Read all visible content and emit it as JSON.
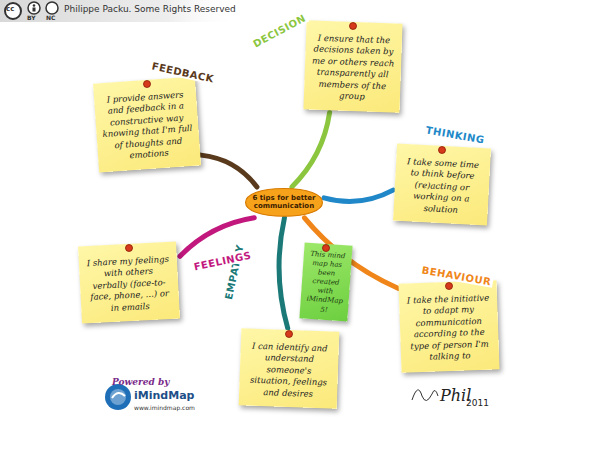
{
  "diagram": {
    "nodes": [
      {
        "text": [
          "6 tips for better communication"
        ]
      },
      {
        "text": [
          "I provide answers and feedback in a constructive way knowing that I'm full of thoughts and emotions"
        ]
      },
      {
        "text": [
          "I ensure that the decisions taken by me or others reach transparently all members of the group"
        ]
      },
      {
        "text": [
          "I take some time to think before (re)acting or working on a solution"
        ]
      },
      {
        "text": [
          "I take the initiative to adapt my communication according to the type of person I'm talking to"
        ]
      },
      {
        "text": [
          "I can identify and understand someone's situation, feelings and desires"
        ]
      },
      {
        "text": [
          "I share my feelings with others verbally (face-to-face, phone, ...) or in emails"
        ]
      },
      {
        "text": [
          "This mind map has been created with iMindMap 5!"
        ]
      }
    ],
    "edges": [
      {
        "from": 0,
        "to": 1,
        "label": "FEEDBACK",
        "arrow": "none"
      },
      {
        "from": 0,
        "to": 2,
        "label": "DECISION",
        "arrow": "none"
      },
      {
        "from": 0,
        "to": 3,
        "label": "THINKING",
        "arrow": "none"
      },
      {
        "from": 0,
        "to": 4,
        "label": "BEHAVIOUR",
        "arrow": "none"
      },
      {
        "from": 0,
        "to": 5,
        "label": "EMPATHY",
        "arrow": "none"
      },
      {
        "from": 0,
        "to": 6,
        "label": "FEELINGS",
        "arrow": "none"
      }
    ],
    "labels": [
      "Philippe Packu. Some Rights Reserved",
      "cc",
      "BY",
      "NC",
      "Powered by",
      "iMindMap",
      "www.imindmap.com",
      "Phil",
      "2011"
    ]
  }
}
